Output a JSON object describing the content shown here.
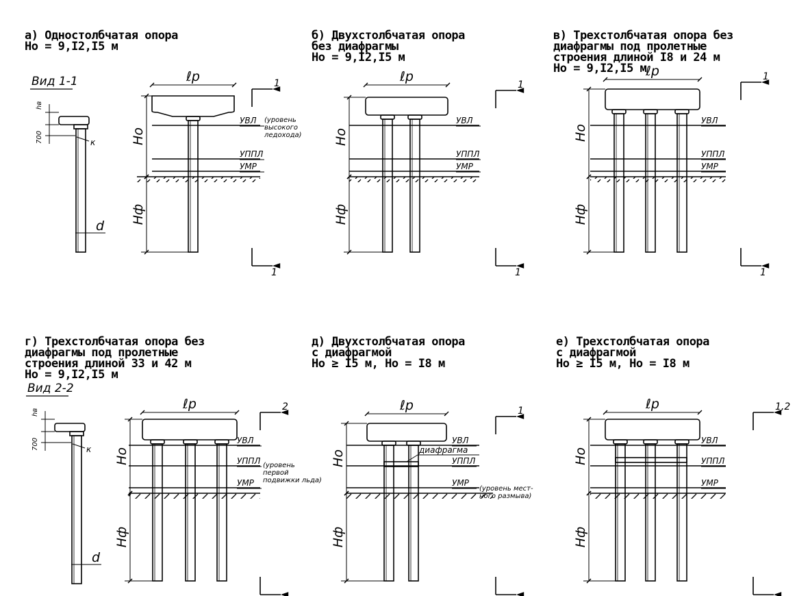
{
  "captions": {
    "a": [
      "а) Одностолбчатая опора",
      "Но = 9,I2,I5 м"
    ],
    "b": [
      "б) Двухстолбчатая опора",
      "без диафрагмы",
      "Но = 9,I2,I5 м"
    ],
    "v": [
      "в) Трехстолбчатая опора без",
      "диафрагмы под пролетные",
      "строения длиной I8 и 24 м",
      "Но = 9,I2,I5 м"
    ],
    "g": [
      "г) Трехстолбчатая опора без",
      "диафрагмы под пролетные",
      "строения длиной 33 и 42 м",
      "Но = 9,I2,I5 м"
    ],
    "d": [
      "д) Двухстолбчатая опора",
      "с диафрагмой",
      "Но ≥ I5 м, Но = I8 м"
    ],
    "e": [
      "е) Трехстолбчатая опора",
      "с диафрагмой",
      "Но ≥ I5 м, Но = I8 м"
    ]
  },
  "labels": {
    "span": "ℓр",
    "ho": "Hо",
    "hf": "Hф",
    "hv": "hв",
    "seven_hundred": "700",
    "k": "к",
    "d": "d",
    "uvl": "УВЛ",
    "uppl": "УППЛ",
    "umr": "УМР",
    "view1": "Вид 1-1",
    "view2": "Вид 2-2",
    "sec1": "1",
    "sec2": "2",
    "sec12": "1,2",
    "note_uvl": [
      "(уровень",
      "высокого",
      "ледохода)"
    ],
    "note_uppl": [
      "(уровень",
      "первой",
      "подвижки льда)"
    ],
    "note_umr": [
      "(уровень мест-",
      "ного размыва)"
    ],
    "diaphragm": "диафрагма"
  }
}
